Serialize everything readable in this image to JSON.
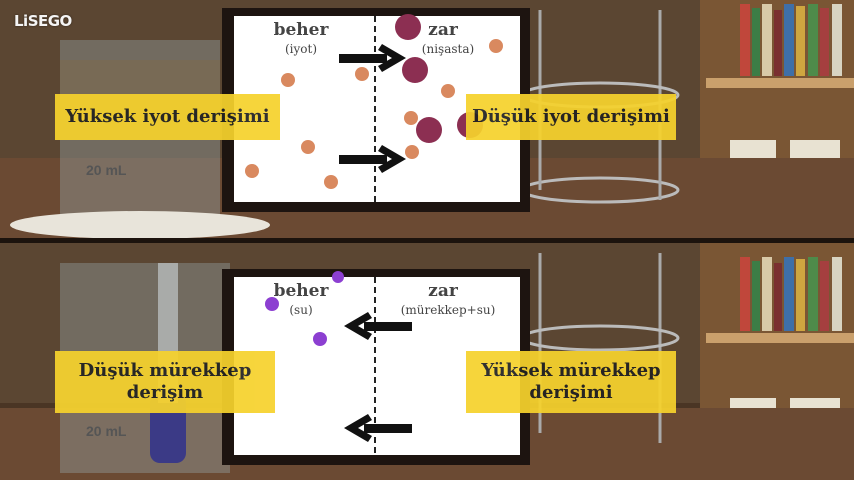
{
  "logo": "LiSEGO",
  "beaker_marks": {
    "top": "20 mL",
    "bottom": "20 mL"
  },
  "top_panel": {
    "left_heading": "beher",
    "left_sub": "(iyot)",
    "right_heading": "zar",
    "right_sub": "(nişasta)",
    "left_callout": "Yüksek iyot derişimi",
    "right_callout": "Düşük iyot derişimi",
    "arrow_direction": "right",
    "particle_color": "#d9895f",
    "bound_color": "#8c2f52"
  },
  "bottom_panel": {
    "left_heading": "beher",
    "left_sub": "(su)",
    "right_heading": "zar",
    "right_sub": "(mürekkep+su)",
    "left_callout_line1": "Düşük mürekkep",
    "left_callout_line2": "derişim",
    "right_callout_line1": "Yüksek mürekkep",
    "right_callout_line2": "derişimi",
    "arrow_direction": "left",
    "particle_color": "#8c3fd1"
  },
  "colors": {
    "callout": "#f6d22d",
    "arrow": "#111111",
    "panel_frame": "#1d1410"
  }
}
